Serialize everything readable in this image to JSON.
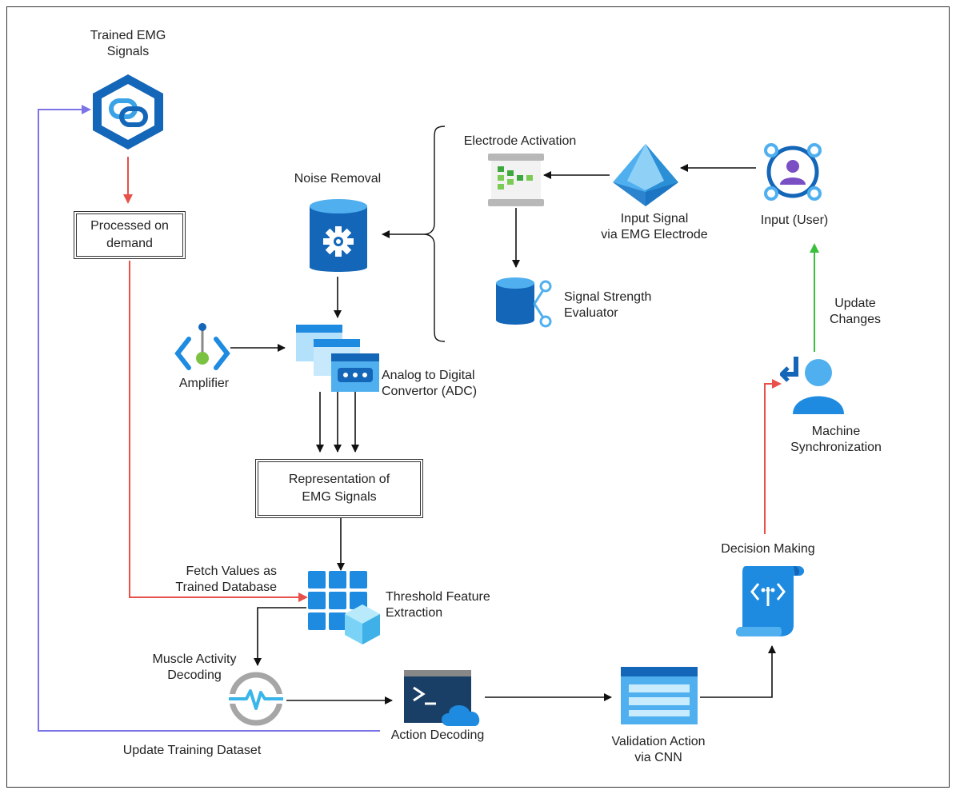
{
  "nodes": {
    "trained_emg": "Trained EMG\nSignals",
    "processed": "Processed on\ndemand",
    "noise_removal": "Noise Removal",
    "electrode_activation": "Electrode Activation",
    "input_signal": "Input Signal\nvia EMG Electrode",
    "input_user": "Input (User)",
    "signal_strength": "Signal Strength\nEvaluator",
    "amplifier": "Amplifier",
    "adc": "Analog to Digital\nConvertor (ADC)",
    "representation": "Representation of\nEMG Signals",
    "fetch_values": "Fetch Values as\nTrained Database",
    "threshold": "Threshold Feature\nExtraction",
    "muscle_activity": "Muscle Activity\nDecoding",
    "action_decoding": "Action Decoding",
    "validation": "Validation Action\nvia CNN",
    "decision": "Decision Making",
    "machine_sync": "Machine\nSynchronization",
    "update_changes": "Update\nChanges",
    "update_training": "Update Training Dataset"
  },
  "colors": {
    "red_arrow": "#e8504a",
    "green_arrow": "#3cc03c",
    "purple_arrow": "#7b73e6",
    "black_arrow": "#111111",
    "azure_dark": "#1466b8",
    "azure_light": "#50b0ef"
  }
}
